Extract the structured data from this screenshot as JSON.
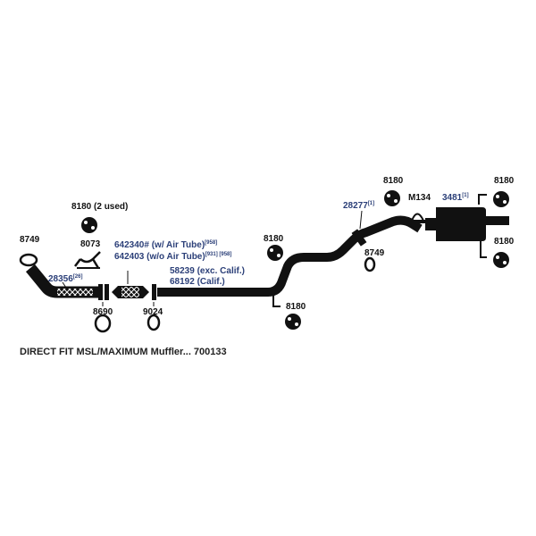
{
  "labels": {
    "p8749a": "8749",
    "p8180_2used": "8180 (2 used)",
    "p8073": "8073",
    "p28356": "28356",
    "p28356_ref": "[26]",
    "p8690": "8690",
    "p642340": "642340# (w/ Air Tube)",
    "p642340_ref": "[958]",
    "p642403": "642403 (w/o Air Tube)",
    "p642403_ref": "[931] [958]",
    "p9024": "9024",
    "p58239": "58239 (exc. Calif.)",
    "p68192": "68192 (Calif.)",
    "p8180_mid_top": "8180",
    "p8180_mid_bottom": "8180",
    "p28277": "28277",
    "p28277_ref": "[1]",
    "p8749b": "8749",
    "p8180_right_a": "8180",
    "pM134": "M134",
    "p3481": "3481",
    "p3481_ref": "[1]",
    "p8180_right_b": "8180",
    "p8180_right_c": "8180"
  },
  "caption": "DIRECT FIT MSL/MAXIMUM Muffler... 700133"
}
